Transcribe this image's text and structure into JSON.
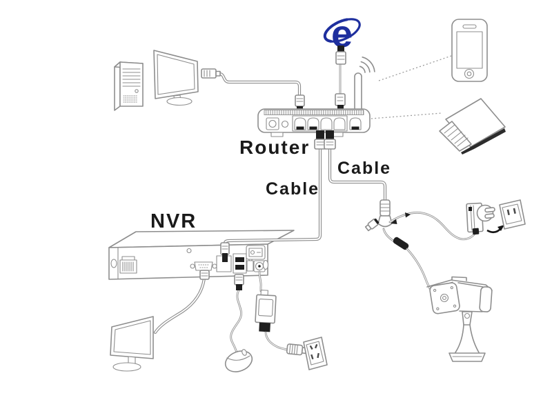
{
  "labels": {
    "router": "Router",
    "cable_top": "Cable",
    "cable_bottom": "Cable",
    "nvr": "NVR"
  },
  "icons": {
    "ie_glyph": "e",
    "names": [
      "desktop-tower-icon",
      "monitor-icon",
      "internet-explorer-icon",
      "wifi-router-icon",
      "antenna-icon",
      "wifi-signal-icon",
      "smartphone-icon",
      "laptop-icon",
      "ethernet-cable-icon",
      "rj45-coupler-icon",
      "dc-plug-icon",
      "nvr-icon",
      "vga-port-icon",
      "vga-monitor-icon",
      "usb-mouse-icon",
      "power-adapter-icon",
      "power-plug-icon",
      "wall-socket-icon",
      "camera-power-adapter-icon",
      "camera-wall-socket-icon",
      "bullet-camera-icon",
      "arrow-icon"
    ]
  },
  "colors": {
    "line": "#8d8d8d",
    "dark": "#1f1f1f",
    "text": "#1a1a1a",
    "ie_blue": "#1e2f9e",
    "background": "#ffffff"
  }
}
